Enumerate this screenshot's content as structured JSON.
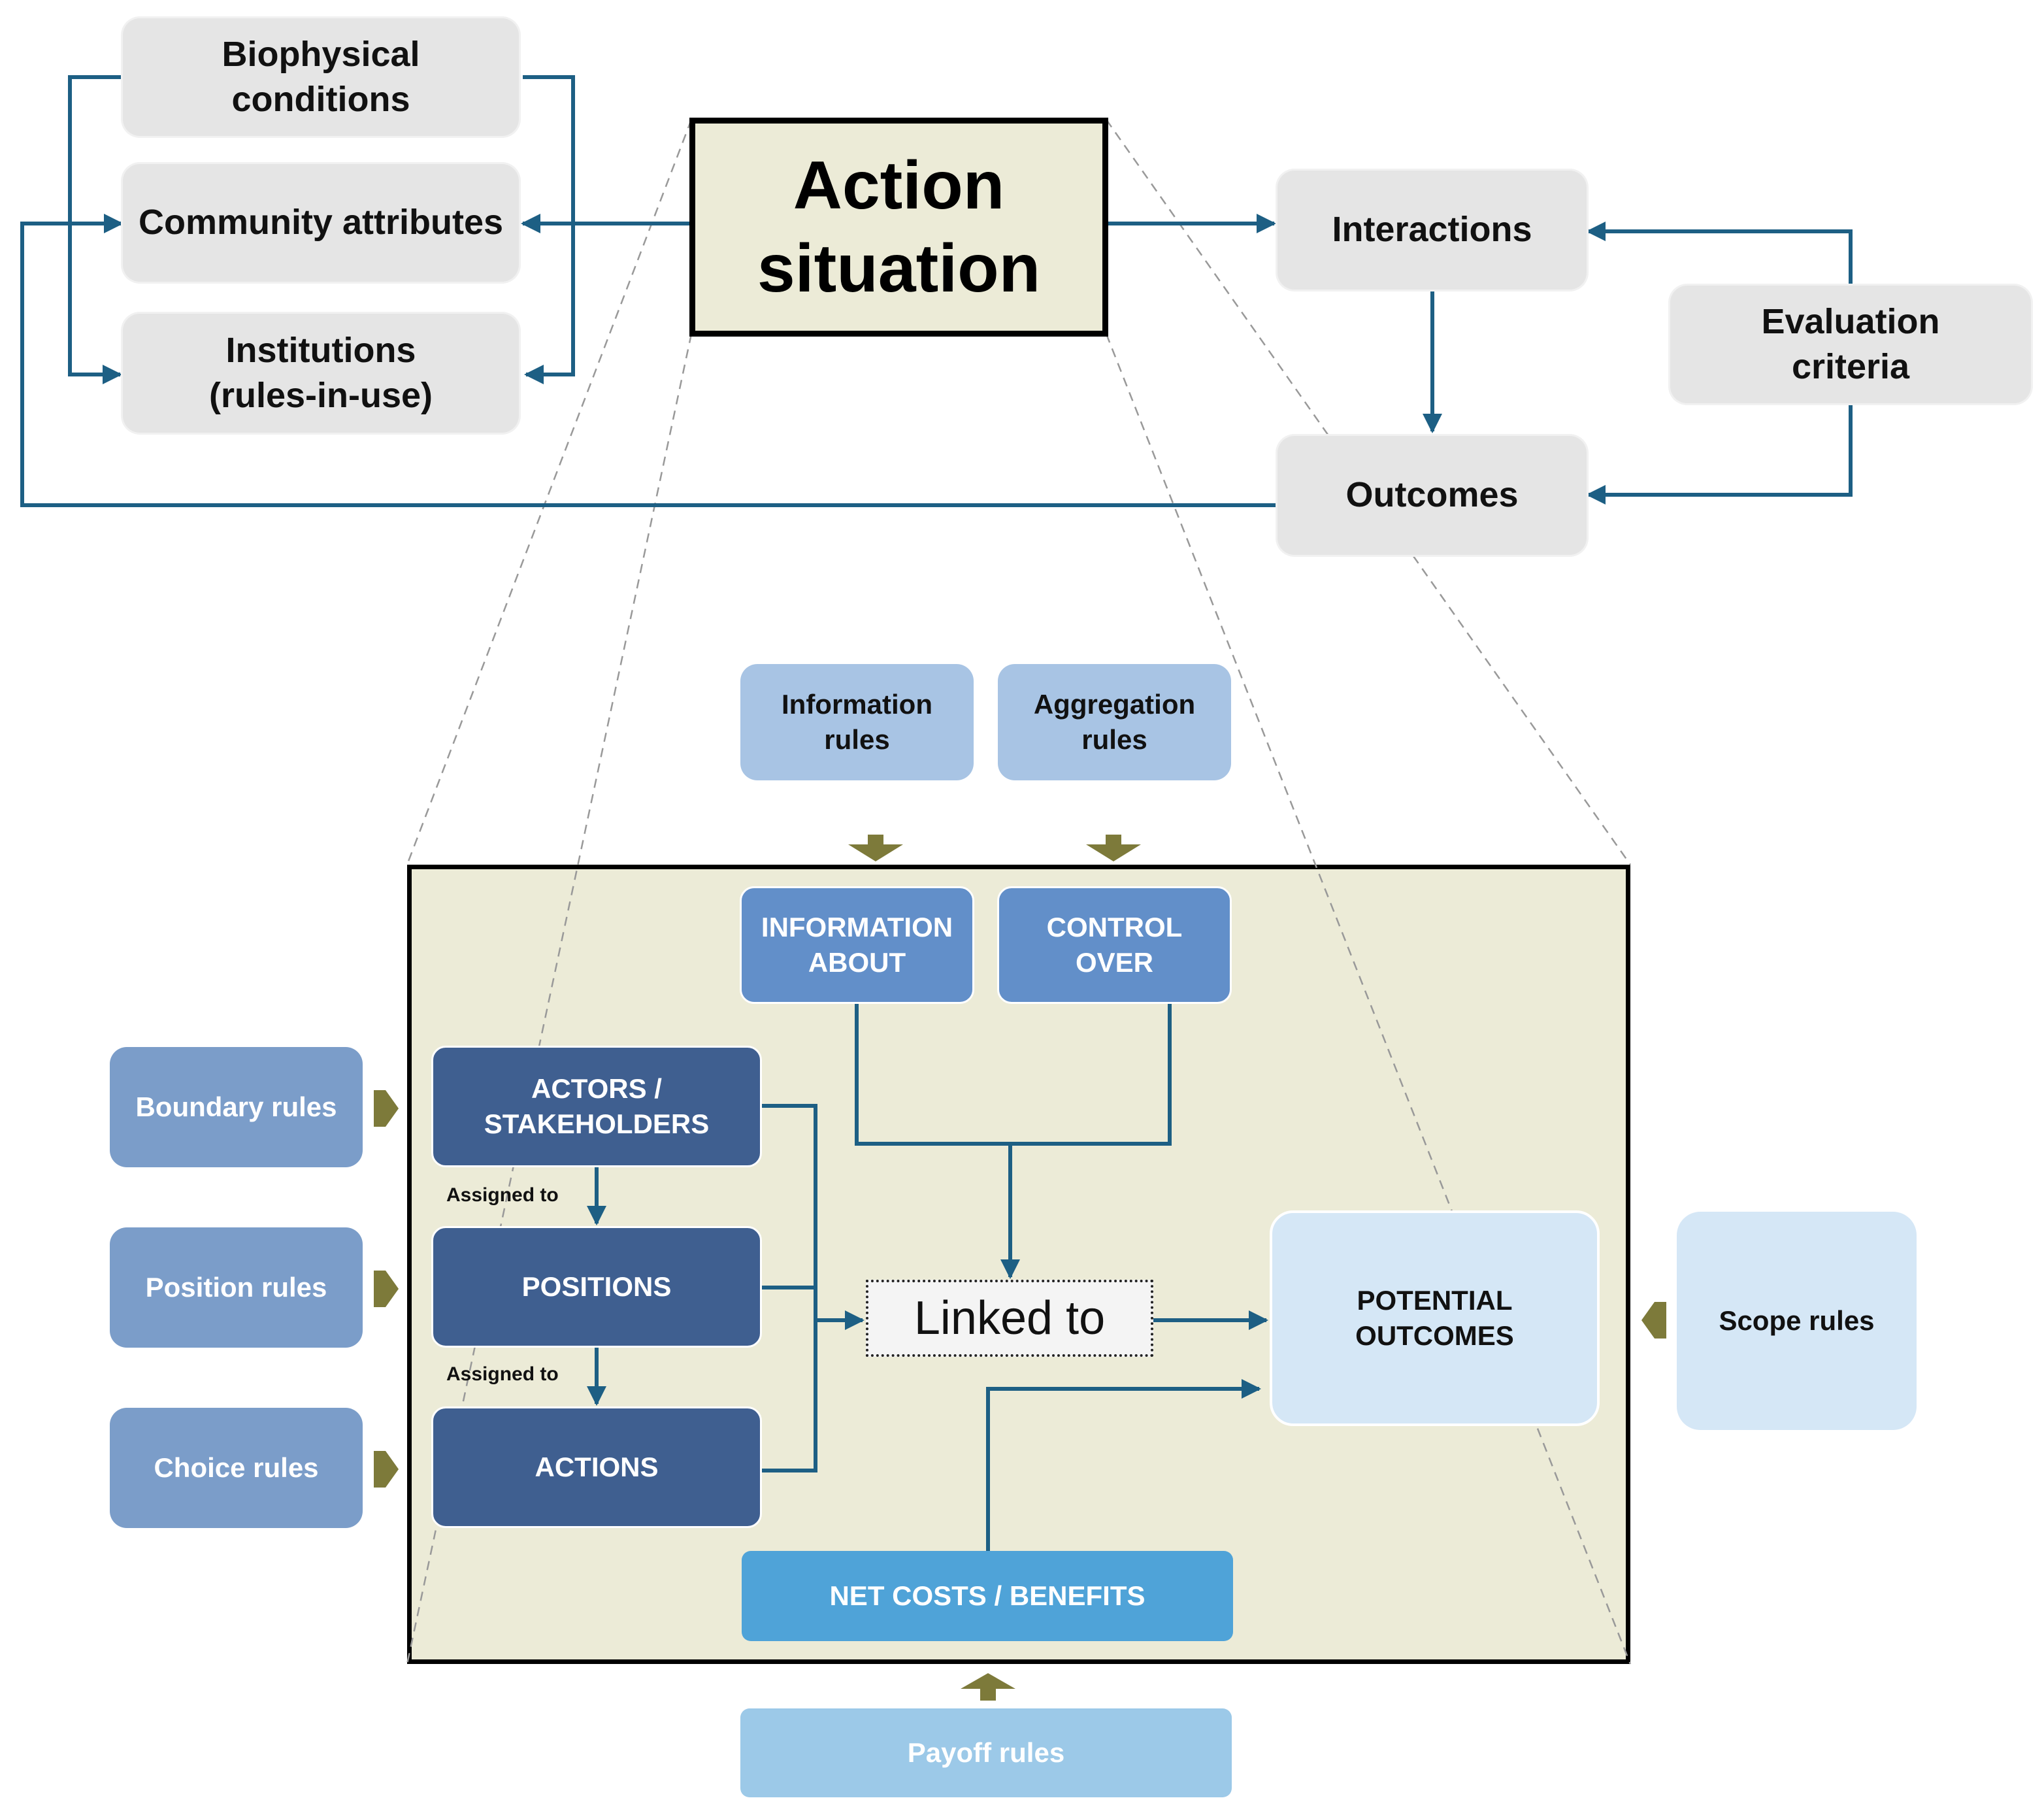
{
  "context": {
    "biophysical": "Biophysical\nconditions",
    "community": "Community attributes",
    "institutions": "Institutions\n(rules-in-use)"
  },
  "action_situation": "Action\nsituation",
  "interactions": "Interactions",
  "outcomes": "Outcomes",
  "evaluation": "Evaluation\ncriteria",
  "rules": {
    "information": "Information\nrules",
    "aggregation": "Aggregation\nrules",
    "boundary": "Boundary rules",
    "position": "Position rules",
    "choice": "Choice rules",
    "scope": "Scope rules",
    "payoff": "Payoff rules"
  },
  "inner": {
    "information_about": "INFORMATION\nABOUT",
    "control_over": "CONTROL\nOVER",
    "actors": "ACTORS /\nSTAKEHOLDERS",
    "positions": "POSITIONS",
    "actions": "ACTIONS",
    "assigned_to_1": "Assigned to",
    "assigned_to_2": "Assigned to",
    "linked_to": "Linked to",
    "potential_outcomes": "POTENTIAL\nOUTCOMES",
    "net_costs": "NET COSTS / BENEFITS"
  },
  "colors": {
    "connector": "#1d5f84",
    "rule_arrow": "#7d7a3a",
    "frame_fill": "#ecebd7"
  }
}
